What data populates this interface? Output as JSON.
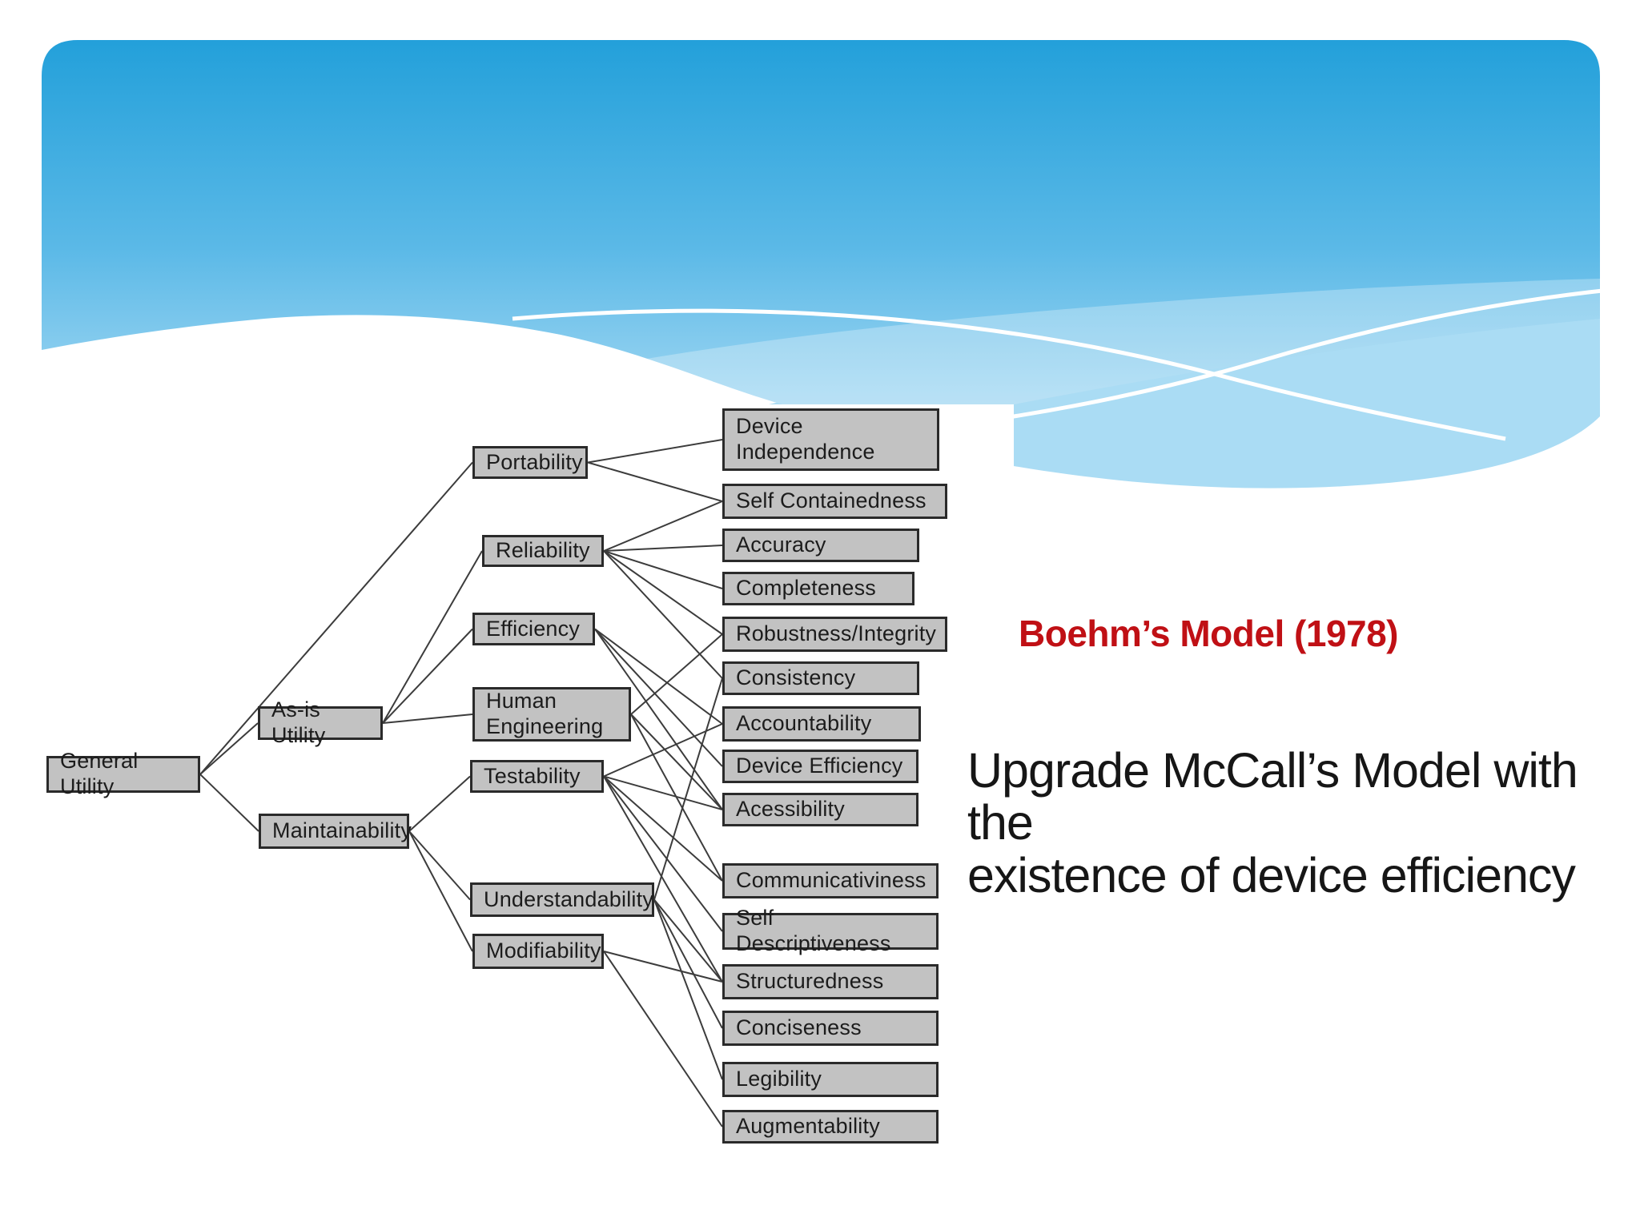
{
  "slide": {
    "title": "Boehm’s Model (1978)",
    "body_text": "Upgrade McCall’s Model with the\nexistence of device efficiency"
  },
  "colors": {
    "title_red": "#c01015",
    "body_text": "#161616",
    "header_blue_top": "#23a0da",
    "header_blue_mid": "#5bb9e7",
    "header_blue_bottom": "#a5d9f3",
    "wave_light_blue": "#aadcf4",
    "wave_highlight": "#ffffff",
    "node_fill": "#c2c2c2",
    "node_border": "#2a2a2a",
    "edge_line": "#3c3c3c"
  },
  "diagram": {
    "nodes": [
      {
        "id": "gu",
        "label": "General Utility"
      },
      {
        "id": "asis",
        "label": "As-is Utility"
      },
      {
        "id": "maint",
        "label": "Maintainability"
      },
      {
        "id": "port",
        "label": "Portability"
      },
      {
        "id": "rel",
        "label": "Reliability"
      },
      {
        "id": "eff",
        "label": "Efficiency"
      },
      {
        "id": "hum",
        "label": "Human\nEngineering"
      },
      {
        "id": "test",
        "label": "Testability"
      },
      {
        "id": "und",
        "label": "Understandability"
      },
      {
        "id": "mod",
        "label": "Modifiability"
      },
      {
        "id": "devind",
        "label": "Device\nIndependence"
      },
      {
        "id": "selfcont",
        "label": "Self Containedness"
      },
      {
        "id": "accu",
        "label": "Accuracy"
      },
      {
        "id": "compl",
        "label": "Completeness"
      },
      {
        "id": "robust",
        "label": "Robustness/Integrity"
      },
      {
        "id": "consist",
        "label": "Consistency"
      },
      {
        "id": "account",
        "label": "Accountability"
      },
      {
        "id": "deveff",
        "label": "Device Efficiency"
      },
      {
        "id": "access",
        "label": "Acessibility"
      },
      {
        "id": "comm",
        "label": "Communicativiness"
      },
      {
        "id": "selfdesc",
        "label": "Self Descriptiveness"
      },
      {
        "id": "struct",
        "label": "Structuredness"
      },
      {
        "id": "concise",
        "label": "Conciseness"
      },
      {
        "id": "legib",
        "label": "Legibility"
      },
      {
        "id": "augment",
        "label": "Augmentability"
      }
    ],
    "edges": [
      [
        "gu",
        "port"
      ],
      [
        "gu",
        "asis"
      ],
      [
        "gu",
        "maint"
      ],
      [
        "asis",
        "rel"
      ],
      [
        "asis",
        "eff"
      ],
      [
        "asis",
        "hum"
      ],
      [
        "maint",
        "test"
      ],
      [
        "maint",
        "und"
      ],
      [
        "maint",
        "mod"
      ],
      [
        "port",
        "devind"
      ],
      [
        "port",
        "selfcont"
      ],
      [
        "rel",
        "selfcont"
      ],
      [
        "rel",
        "accu"
      ],
      [
        "rel",
        "compl"
      ],
      [
        "rel",
        "robust"
      ],
      [
        "rel",
        "consist"
      ],
      [
        "eff",
        "account"
      ],
      [
        "eff",
        "deveff"
      ],
      [
        "eff",
        "access"
      ],
      [
        "hum",
        "robust"
      ],
      [
        "hum",
        "access"
      ],
      [
        "hum",
        "comm"
      ],
      [
        "test",
        "account"
      ],
      [
        "test",
        "access"
      ],
      [
        "test",
        "comm"
      ],
      [
        "test",
        "selfdesc"
      ],
      [
        "test",
        "struct"
      ],
      [
        "und",
        "consist"
      ],
      [
        "und",
        "struct"
      ],
      [
        "und",
        "concise"
      ],
      [
        "und",
        "legib"
      ],
      [
        "mod",
        "struct"
      ],
      [
        "mod",
        "augment"
      ]
    ]
  }
}
